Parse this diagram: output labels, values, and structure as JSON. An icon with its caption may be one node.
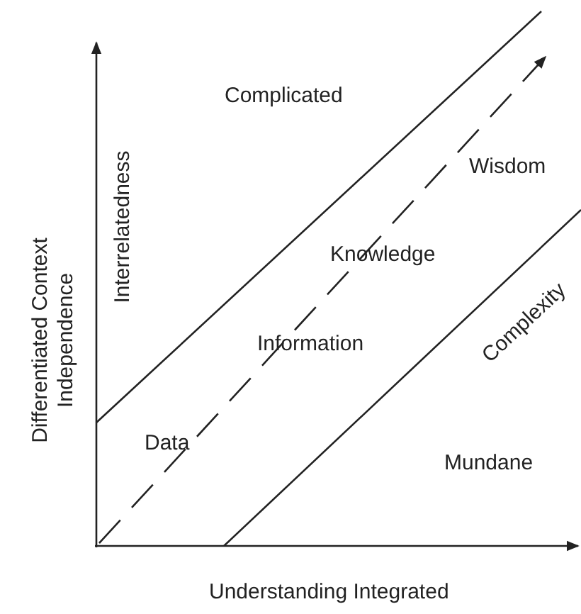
{
  "diagram": {
    "labels": [
      "Complicated",
      "Interrelatedness",
      "Wisdom",
      "Knowledge",
      "Differentiated Context Independence",
      "Information",
      "Complexity",
      "Data",
      "Mundane",
      "Understanding Integrated"
    ]
  }
}
